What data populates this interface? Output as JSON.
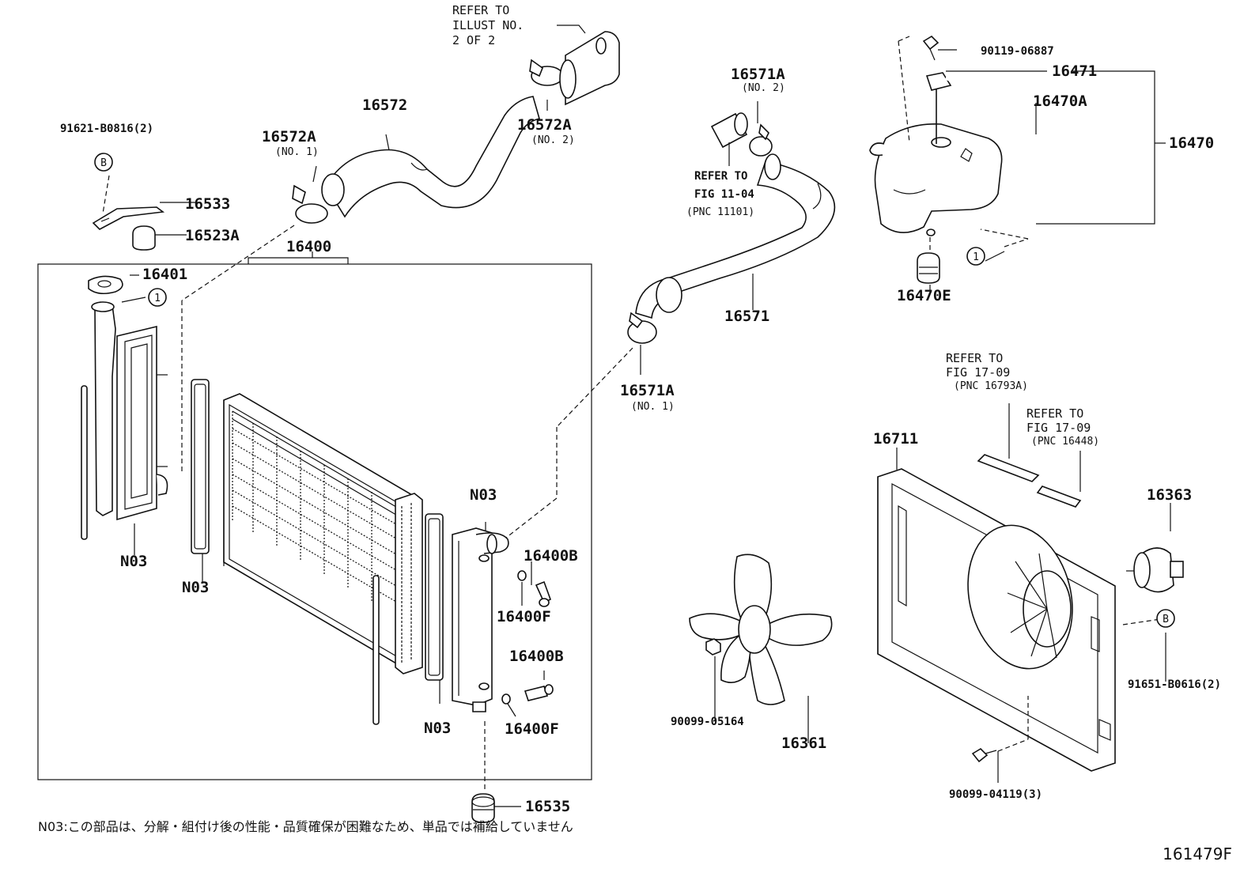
{
  "callouts": {
    "p16572": "16572",
    "p16572A": "16572A",
    "p16572A_no1": "(NO. 1)",
    "p16572A_2": "16572A",
    "p16572A_no2": "(NO. 2)",
    "refer_illust_1": "REFER TO",
    "refer_illust_2": "ILLUST NO.",
    "refer_illust_3": "2 OF 2",
    "p91621": "91621-B0816(2)",
    "p16533": "16533",
    "p16523A": "16523A",
    "p16400": "16400",
    "p16401": "16401",
    "n03_a": "N03",
    "n03_b": "N03",
    "n03_c": "N03",
    "n03_d": "N03",
    "p16400B_1": "16400B",
    "p16400F_1": "16400F",
    "p16400B_2": "16400B",
    "p16400F_2": "16400F",
    "p16535": "16535",
    "p16571A_top": "16571A",
    "p16571A_top_no": "(NO. 2)",
    "refer_fig_1": "REFER TO",
    "refer_fig_2": "FIG 11-04",
    "refer_fig_3": "(PNC 11101)",
    "p16571": "16571",
    "p16571A_bot": "16571A",
    "p16571A_bot_no": "(NO. 1)",
    "p90119": "90119-06887",
    "p16471": "16471",
    "p16470A": "16470A",
    "p16470": "16470",
    "p16470E": "16470E",
    "refer1709a_1": "REFER TO",
    "refer1709a_2": "FIG 17-09",
    "refer1709a_3": "(PNC 16793A)",
    "refer1709b_1": "REFER TO",
    "refer1709b_2": "FIG 17-09",
    "refer1709b_3": "(PNC 16448)",
    "p16711": "16711",
    "p16363": "16363",
    "p91651": "91651-B0616(2)",
    "p90099_05164": "90099-05164",
    "p16361": "16361",
    "p90099_04119": "90099-04119(3)",
    "circle_1": "1",
    "circle_b": "B"
  },
  "footnote": "N03:この部品は、分解・組付け後の性能・品質確保が困難なため、単品では補給していません",
  "figure_id": "161479F"
}
